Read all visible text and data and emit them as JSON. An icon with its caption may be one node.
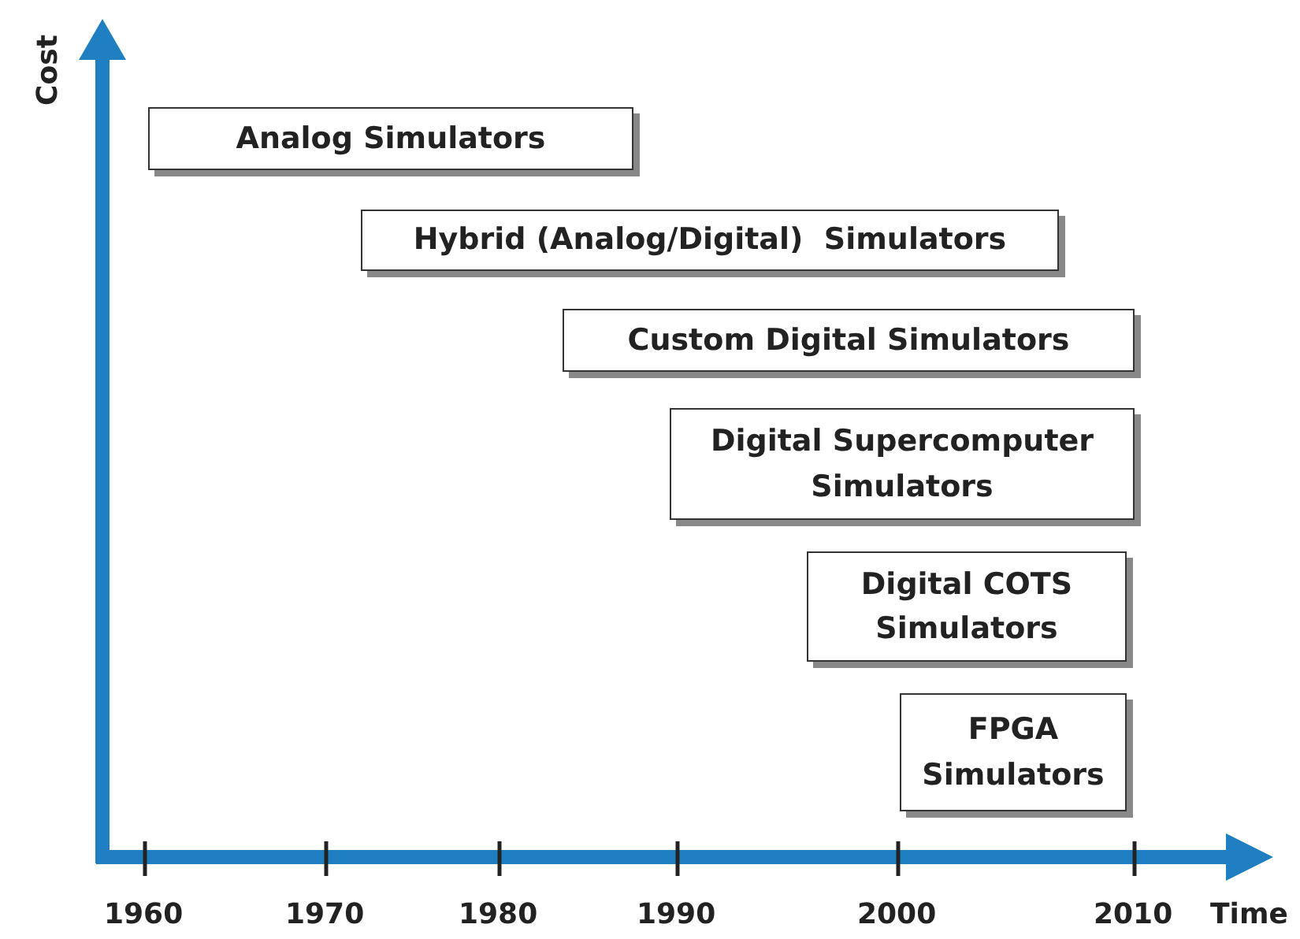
{
  "diagram": {
    "nodes": [
      {
        "text": [
          "Analog Simulators"
        ]
      },
      {
        "text": [
          "Hybrid (Analog/Digital)  Simulators"
        ]
      },
      {
        "text": [
          "Custom Digital Simulators"
        ]
      },
      {
        "text": [
          "Digital Supercomputer Simulators"
        ]
      },
      {
        "text": [
          "Digital COTS Simulators"
        ]
      },
      {
        "text": [
          "FPGA Simulators"
        ]
      }
    ],
    "labels": [
      "Cost",
      "1960",
      "1970",
      "1980",
      "1990",
      "2000",
      "2010",
      "Time"
    ]
  }
}
